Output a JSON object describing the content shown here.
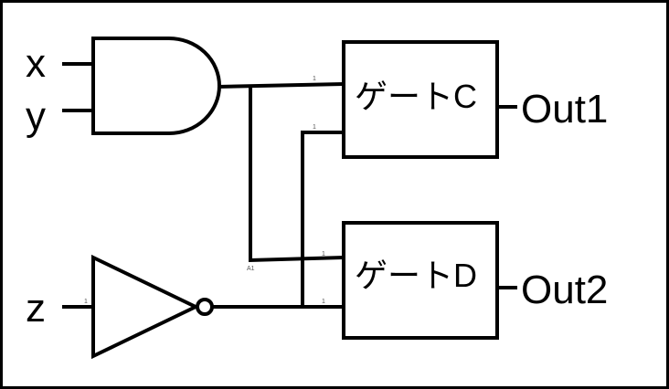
{
  "inputs": {
    "x": "x",
    "y": "y",
    "z": "z"
  },
  "gates": {
    "c": "ゲートC",
    "d": "ゲートD"
  },
  "outputs": {
    "out1": "Out1",
    "out2": "Out2"
  },
  "pin_marks": {
    "c_in1": "1",
    "c_in2": "1",
    "d_in1": "1",
    "d_in2": "1",
    "not_in": "1",
    "junction": "A1"
  }
}
